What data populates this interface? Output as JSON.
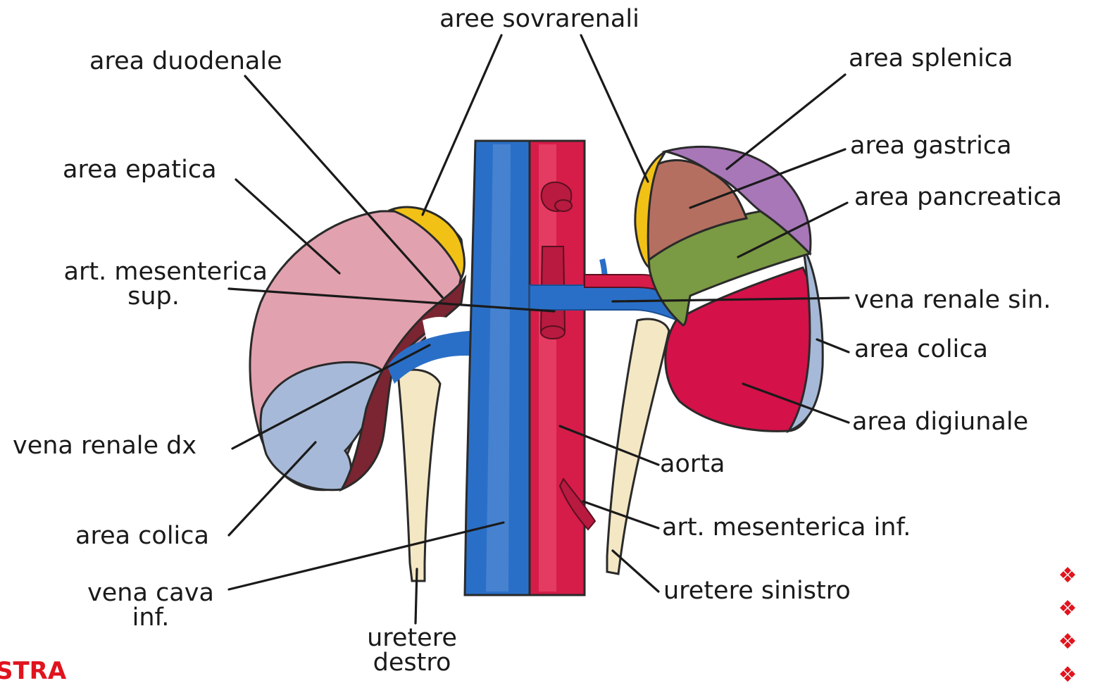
{
  "diagram": {
    "labels": {
      "aree_sovrarenali": "aree sovrarenali",
      "area_duodenale": "area duodenale",
      "area_splenica": "area splenica",
      "area_gastrica": "area gastrica",
      "area_epatica": "area epatica",
      "area_pancreatica": "area pancreatica",
      "art_mesenterica_sup_line1": "art. mesenterica",
      "art_mesenterica_sup_line2": "sup.",
      "vena_renale_sin": "vena renale sin.",
      "area_colica_left": "area colica",
      "area_colica_right": "area colica",
      "area_digiunale": "area digiunale",
      "vena_renale_dx": "vena renale dx",
      "aorta": "aorta",
      "art_mesenterica_inf": "art. mesenterica inf.",
      "vena_cava_line1": "vena cava",
      "vena_cava_line2": "inf.",
      "uretere_sinistro": "uretere sinistro",
      "uretere_destro_line1": "uretere",
      "uretere_destro_line2": "destro"
    },
    "colors": {
      "liver_area": "#e2a1ae",
      "colic_area": "#a6b9d8",
      "duodenal_area": "#7a2531",
      "suprarenal": "#f1c116",
      "vena_cava": "#2a6fc7",
      "aorta": "#d61c49",
      "ureter": "#f4e7c4",
      "splenic_area": "#a877b8",
      "gastric_area": "#b56f60",
      "pancreatic_area": "#7a9a43",
      "jejunal_area": "#d41149"
    }
  },
  "footer": {
    "partial_text": "STRA",
    "bullet_icons": [
      "diamond-bullet-icon",
      "diamond-bullet-icon",
      "diamond-bullet-icon",
      "diamond-bullet-icon"
    ]
  }
}
